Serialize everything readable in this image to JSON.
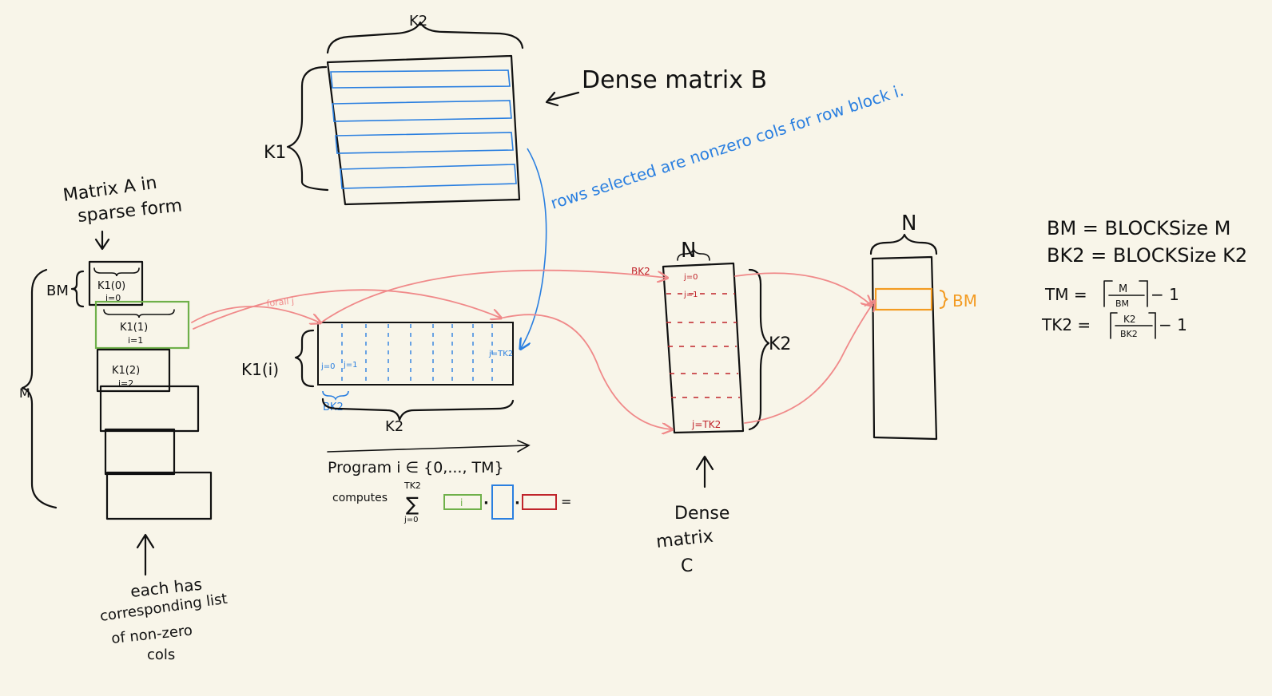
{
  "labels": {
    "matrix_a": [
      "Matrix A in",
      "sparse form"
    ],
    "bm_left": "BM",
    "m_left": "M",
    "blocks": [
      {
        "k": "K1(0)",
        "i": "i=0"
      },
      {
        "k": "K1(1)",
        "i": "i=1"
      },
      {
        "k": "K1(2)",
        "i": "i=2"
      }
    ],
    "each_has": [
      "each has",
      "corresponding list",
      "of non-zero",
      "cols"
    ],
    "k2_top": "K2",
    "k1_b": "K1",
    "dense_b": "Dense matrix B",
    "rows_selected": "rows selected are nonzero cols for row block i.",
    "forall": "forall j",
    "k1i": "K1(i)",
    "j0": "j=0",
    "j1": "j=1",
    "jtk2_mid": "j=TK2",
    "bk2_mid": "BK2",
    "k2_mid": "K2",
    "program": "Program i ∈ {0,..., TM}",
    "computes": "computes",
    "sum_top": "TK2",
    "sum_sym": "∑",
    "sum_bottom": "j=0",
    "green_i": "i",
    "dot": "·",
    "eq": "=",
    "n_c": "N",
    "bk2_c": "BK2",
    "c_j0": "j=0",
    "c_j1": "j=1",
    "c_jtk2": "j=TK2",
    "k2_c": "K2",
    "dense_c": [
      "Dense",
      "matrix",
      "C"
    ],
    "n_out": "N",
    "bm_out": "BM",
    "defs": [
      "BM = BLOCKSize M",
      "BK2 = BLOCKSize K2"
    ],
    "tm_lhs": "TM =",
    "tm_num": "M",
    "tm_den": "BM",
    "tm_rest": "− 1",
    "tk2_lhs": "TK2 =",
    "tk2_num": "K2",
    "tk2_den": "BK2",
    "tk2_rest": "− 1"
  },
  "colors": {
    "background": "#f8f5e9",
    "ink": "#111111",
    "blue": "#2a7fe0",
    "pink": "#f08a8a",
    "red": "#c0242b",
    "orange": "#f39b22",
    "green": "#6fb04a"
  }
}
